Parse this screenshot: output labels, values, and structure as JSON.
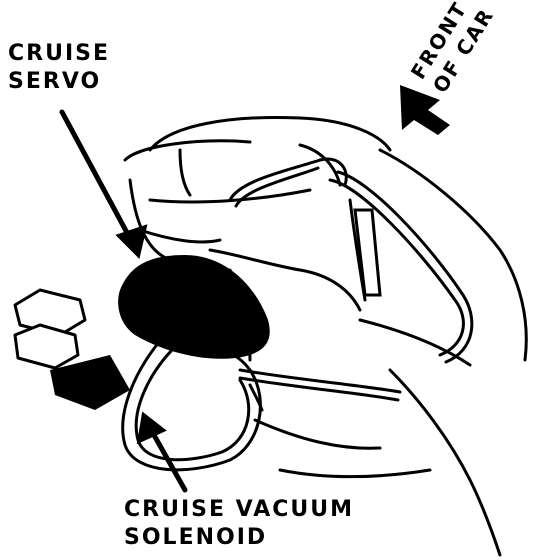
{
  "labels": {
    "servo_line1": "CRUISE",
    "servo_line2": "SERVO",
    "solenoid_line1": "CRUISE VACUUM",
    "solenoid_line2": "SOLENOID",
    "front_line1": "FRONT",
    "front_line2": "OF CAR"
  },
  "colors": {
    "ink": "#000000",
    "paper": "#ffffff"
  }
}
